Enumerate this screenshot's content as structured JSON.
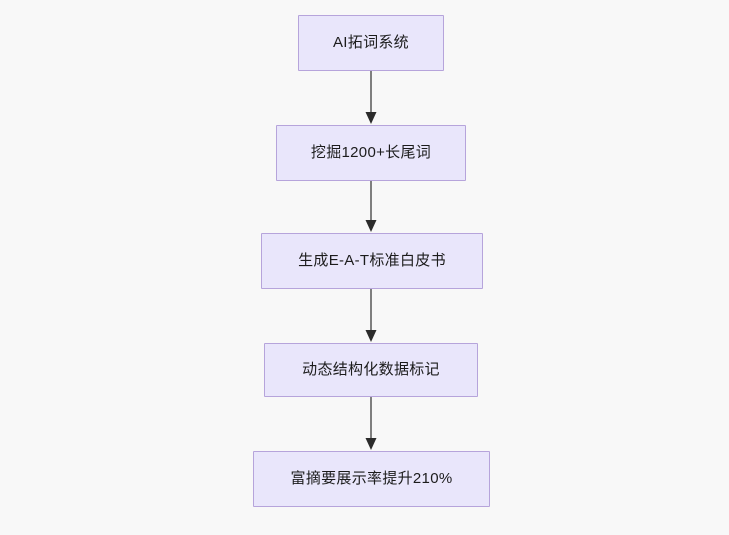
{
  "diagram": {
    "title": "AI SEO content pipeline flowchart",
    "orientation": "top-to-bottom",
    "background_color": "#f8f8f8",
    "node_fill_color": "#e9e6fb",
    "node_border_color": "#b6a4db",
    "node_text_color": "#1c1c1c",
    "edge_color": "#7f7f7f",
    "arrowhead_color": "#2b2b2b",
    "nodes": [
      {
        "id": "n1",
        "label": "AI拓词系统"
      },
      {
        "id": "n2",
        "label": "挖掘1200+长尾词"
      },
      {
        "id": "n3",
        "label": "生成E-A-T标准白皮书"
      },
      {
        "id": "n4",
        "label": "动态结构化数据标记"
      },
      {
        "id": "n5",
        "label": "富摘要展示率提升210%"
      }
    ],
    "edges": [
      {
        "from": "n1",
        "to": "n2",
        "label": ""
      },
      {
        "from": "n2",
        "to": "n3",
        "label": ""
      },
      {
        "from": "n3",
        "to": "n4",
        "label": ""
      },
      {
        "from": "n4",
        "to": "n5",
        "label": ""
      }
    ]
  }
}
